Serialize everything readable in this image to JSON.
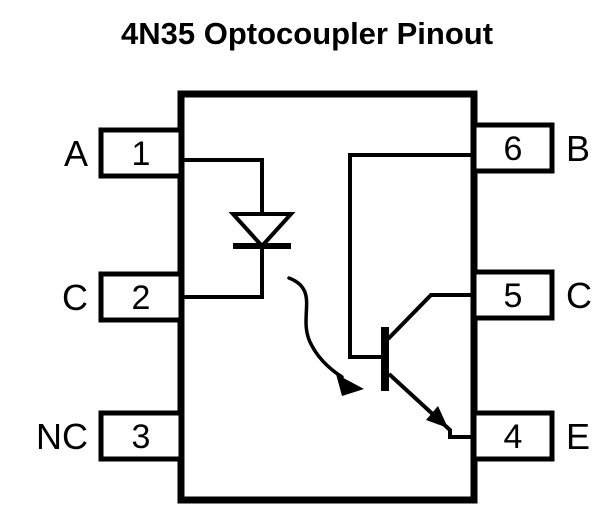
{
  "title": "4N35 Optocoupler Pinout",
  "pins": {
    "left": [
      {
        "number": "1",
        "label": "A"
      },
      {
        "number": "2",
        "label": "C"
      },
      {
        "number": "3",
        "label": "NC"
      }
    ],
    "right": [
      {
        "number": "6",
        "label": "B"
      },
      {
        "number": "5",
        "label": "C"
      },
      {
        "number": "4",
        "label": "E"
      }
    ]
  },
  "symbols": {
    "led": "led-diode-symbol",
    "transistor": "phototransistor-symbol",
    "coupling": "light-coupling-arrow"
  },
  "colors": {
    "line": "#000000",
    "background": "#ffffff"
  }
}
